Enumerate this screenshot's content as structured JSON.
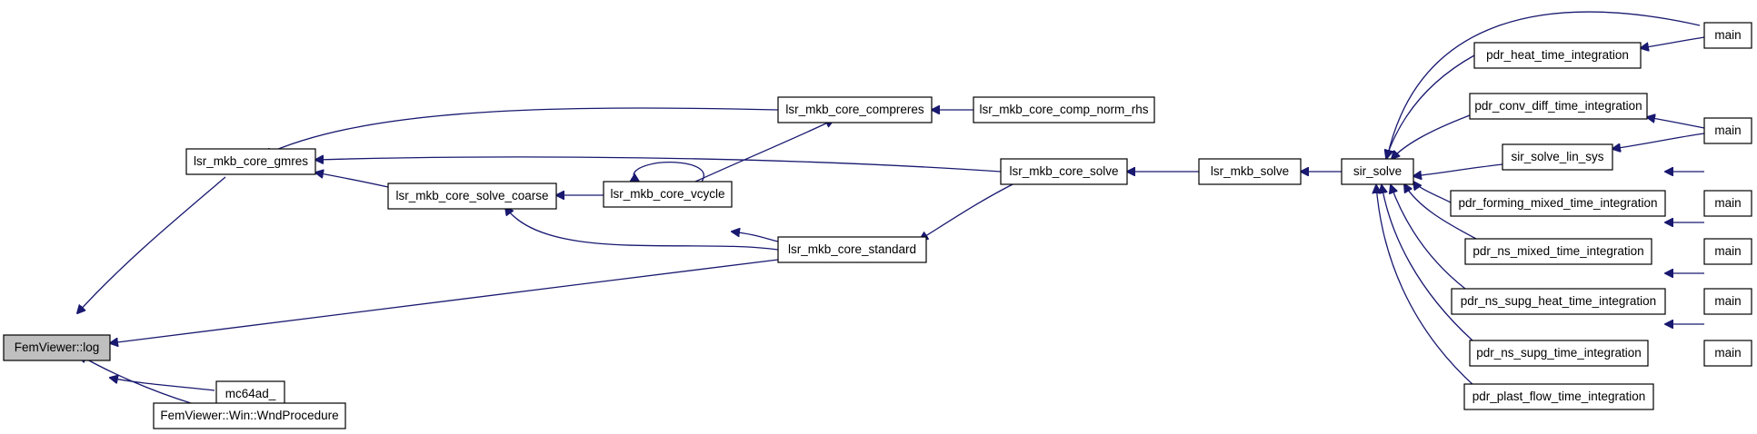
{
  "colors": {
    "edge": "#191970",
    "node_border": "#000000",
    "root_fill": "#bfbfbf",
    "node_fill": "#ffffff"
  },
  "nodes": {
    "femviewer_log": "FemViewer::log",
    "lsr_mkb_core_gmres": "lsr_mkb_core_gmres",
    "mc64ad": "mc64ad_",
    "femviewer_wnd_procedure": "FemViewer::Win::WndProcedure",
    "lsr_mkb_core_solve_coarse": "lsr_mkb_core_solve_coarse",
    "lsr_mkb_core_vcycle": "lsr_mkb_core_vcycle",
    "lsr_mkb_core_compreres": "lsr_mkb_core_compreres",
    "lsr_mkb_core_standard": "lsr_mkb_core_standard",
    "lsr_mkb_core_comp_norm_rhs": "lsr_mkb_core_comp_norm_rhs",
    "lsr_mkb_core_solve": "lsr_mkb_core_solve",
    "lsr_mkb_solve": "lsr_mkb_solve",
    "sir_solve": "sir_solve",
    "pdr_heat_time_integration": "pdr_heat_time_integration",
    "pdr_conv_diff_time_integration": "pdr_conv_diff_time_integration",
    "sir_solve_lin_sys": "sir_solve_lin_sys",
    "pdr_forming_mixed_time_integration": "pdr_forming_mixed_time_integration",
    "pdr_ns_mixed_time_integration": "pdr_ns_mixed_time_integration",
    "pdr_ns_supg_heat_time_integration": "pdr_ns_supg_heat_time_integration",
    "pdr_ns_supg_time_integration": "pdr_ns_supg_time_integration",
    "pdr_plast_flow_time_integration": "pdr_plast_flow_time_integration",
    "main_1": "main",
    "main_2": "main",
    "main_3": "main",
    "main_4": "main",
    "main_5": "main",
    "main_6": "main"
  }
}
